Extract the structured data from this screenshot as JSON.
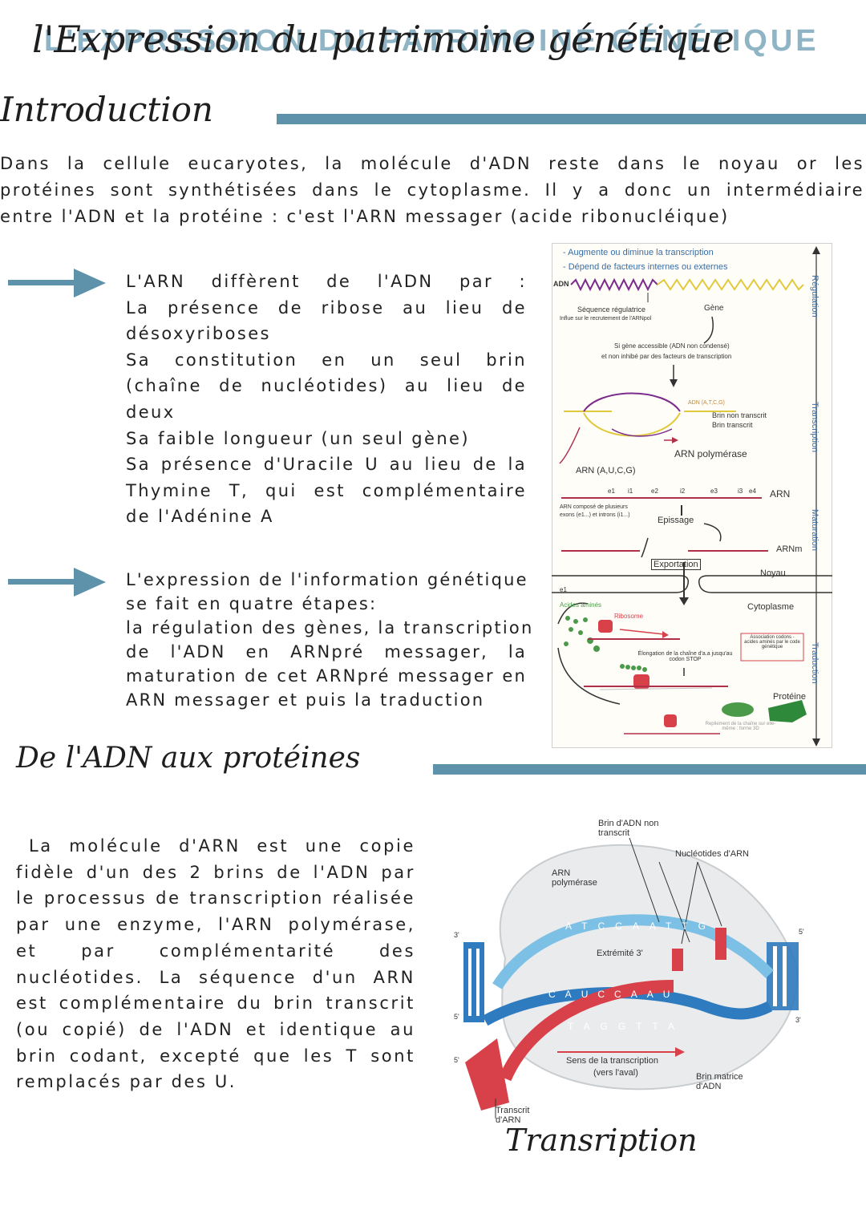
{
  "header": {
    "title_caps": "L'EXPRESSION DU PATRIMOINE GÉNÉTIQUE",
    "title_script": "l'Expression du patrimoine génétique"
  },
  "introduction": {
    "heading": "Introduction",
    "lines": [
      "Dans la cellule eucaryotes, la molécule d'ADN reste dans le noyau or les",
      "protéines sont synthétisées dans le cytoplasme. Il y a donc un intermédiaire",
      "entre l'ADN et la protéine : c'est l'ARN messager (acide ribonucléique)"
    ]
  },
  "block1": {
    "lines": [
      "L'ARN diffèrent de l'ADN par :",
      "La présence de ribose au lieu de",
      "désoxyriboses",
      "Sa constitution en un seul brin",
      "(chaîne de nucléotides) au lieu de",
      "deux",
      "Sa faible longueur (un seul gène)",
      "Sa présence d'Uracile U au lieu de la",
      "Thymine T, qui est complémentaire",
      "de l'Adénine A"
    ]
  },
  "block2": {
    "lines": [
      "L'expression de l'information génétique",
      "se fait en quatre étapes:",
      "la régulation des gènes, la transcription",
      "de l'ADN en ARNpré messager, la",
      "maturation de cet ARNpré messager en",
      "ARN messager et  puis la traduction"
    ]
  },
  "figure1": {
    "top_notes": [
      "- Augmente ou diminue la transcription",
      "- Dépend de facteurs internes ou externes"
    ],
    "adn": "ADN",
    "seq_reg": "Séquence régulatrice",
    "seq_reg_sub": "Influe sur le recrutement de l'ARNpol",
    "gene": "Gène",
    "accessible": "Si gène accessible (ADN non condensé)",
    "accessible2": "et non inhibé par des facteurs de transcription",
    "adn_atcg": "ADN (A,T,C,G)",
    "brin_non_transcrit": "Brin non transcrit",
    "brin_transcrit": "Brin transcrit",
    "arn_polymerase": "ARN polymérase",
    "arn_aucg": "ARN (A,U,C,G)",
    "exons": [
      "e1",
      "i1",
      "e2",
      "i2",
      "e3",
      "i3",
      "e4"
    ],
    "arn": "ARN",
    "arn_compose": "ARN composé de plusieurs",
    "arn_compose2": "exons (e1...) et introns (i1...)",
    "epissage": "Epissage",
    "arnm": "ARNm",
    "exportation": "Exportation",
    "noyau": "Noyau",
    "cytoplasme": "Cytoplasme",
    "acides_amines": "Acides aminés",
    "ribosome": "Ribosome",
    "association": "Association codons - acides aminés par le code génétique",
    "elongation": "Élongation de la chaîne d'a.a jusqu'au codon STOP",
    "proteine": "Protéine",
    "repliement": "Repliement de la chaîne sur elle-même : forme 3D",
    "e1_label": "e1",
    "side_labels": [
      "Régulation",
      "Transcription",
      "Maturation",
      "Traduction"
    ]
  },
  "section2": {
    "heading": "De l'ADN aux protéines",
    "lines": [
      "La molécule d'ARN est une copie",
      "fidèle d'un des 2 brins de l'ADN par",
      "le processus de transcription réalisée",
      "par une enzyme, l'ARN polymérase,",
      "et par complémentarité des",
      "nucléotides. La séquence d'un ARN",
      "est complémentaire du brin transcrit",
      "(ou copié) de l'ADN et identique au",
      "brin codant, excepté que les T sont",
      "remplacés par des U."
    ]
  },
  "figure2": {
    "brin_non_transcrit": "Brin d'ADN non transcrit",
    "nucleotides": "Nucléotides d'ARN",
    "arn_polymerase": "ARN polymérase",
    "extremite": "Extrémité 3'",
    "sens": "Sens de la transcription",
    "sens2": "(vers l'aval)",
    "brin_matrice": "Brin matrice d'ADN",
    "transcrit": "Transcrit d'ARN",
    "prime3": "3'",
    "prime5": "5'",
    "top_bases": [
      "A",
      "T",
      "C",
      "C",
      "A",
      "A",
      "T",
      "T",
      "G"
    ],
    "rna_bases": [
      "C",
      "A",
      "U",
      "C",
      "C",
      "A",
      "A",
      "U"
    ],
    "bottom_bases": [
      "T",
      "A",
      "G",
      "G",
      "T",
      "T",
      "A"
    ],
    "caption": "Transription"
  }
}
